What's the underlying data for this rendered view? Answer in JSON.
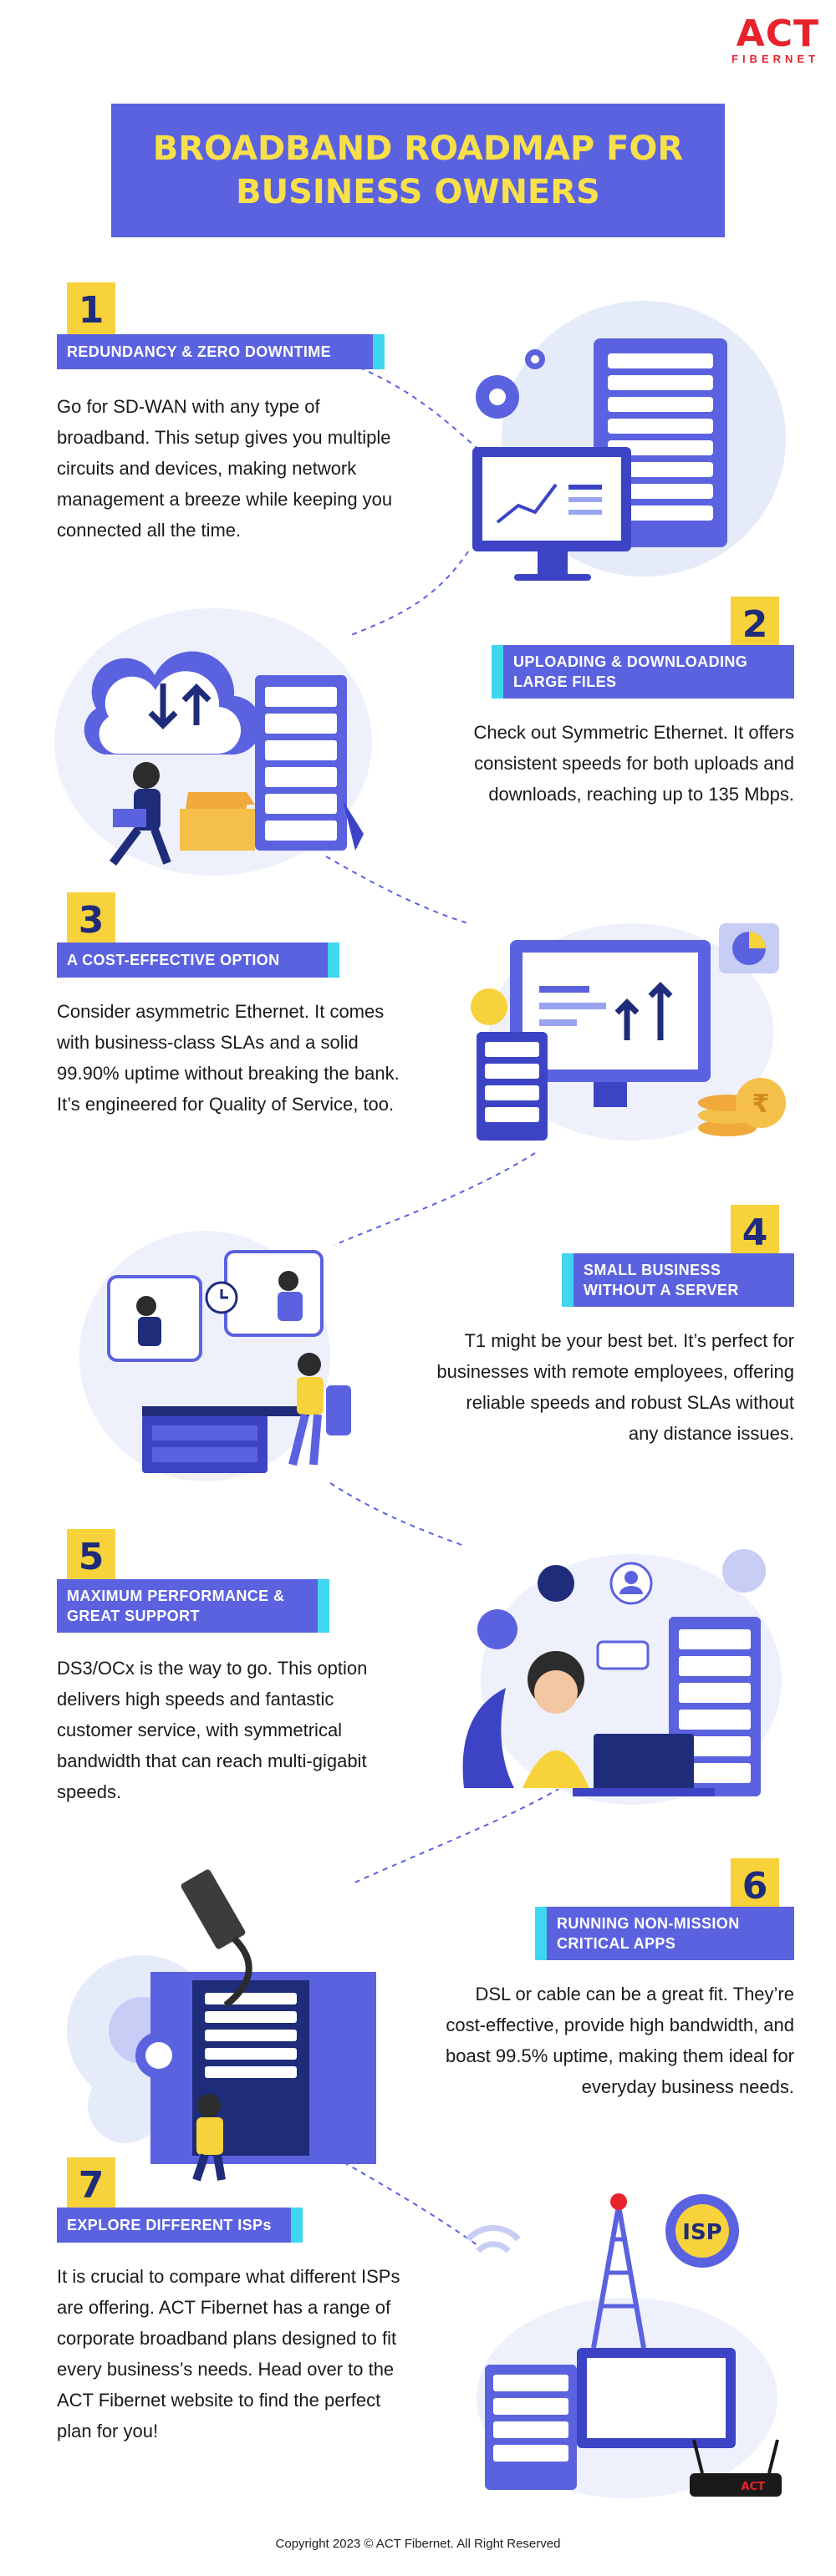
{
  "brand": {
    "logo_main": "ACT",
    "logo_sub": "FIBERNET"
  },
  "hero": {
    "title": "BROADBAND ROADMAP FOR BUSINESS OWNERS"
  },
  "sections": [
    {
      "number": "1",
      "label": "REDUNDANCY & ZERO DOWNTIME",
      "text": "Go for SD-WAN with any type of broadband. This setup gives you multiple circuits and devices, making network management a breeze while keeping you connected all the time."
    },
    {
      "number": "2",
      "label": "UPLOADING & DOWNLOADING LARGE FILES",
      "text": "Check out Symmetric Ethernet. It offers consistent speeds for both uploads and downloads, reaching up to 135 Mbps."
    },
    {
      "number": "3",
      "label": "A COST-EFFECTIVE OPTION",
      "text": "Consider asymmetric Ethernet. It comes with business-class SLAs and a solid 99.90% uptime without breaking the bank. It’s engineered for Quality of Service, too."
    },
    {
      "number": "4",
      "label": "SMALL BUSINESS WITHOUT A SERVER",
      "text": "T1 might be your best bet. It’s perfect for businesses with remote employees, offering reliable speeds and robust SLAs without any distance issues."
    },
    {
      "number": "5",
      "label": "MAXIMUM PERFORMANCE & GREAT SUPPORT",
      "text": "DS3/OCx is the way to go. This option delivers high speeds and fantastic customer service, with symmetrical bandwidth that can reach multi-gigabit speeds."
    },
    {
      "number": "6",
      "label": "RUNNING NON-MISSION CRITICAL APPS",
      "text": "DSL or cable can be a great fit. They’re cost-effective, provide high bandwidth, and boast 99.5% uptime, making them ideal for everyday business needs."
    },
    {
      "number": "7",
      "label": "EXPLORE DIFFERENT ISPs",
      "text": "It is crucial to compare what different ISPs are offering. ACT Fibernet has a range of corporate broadband plans designed to fit every business’s needs. Head over to the ACT Fibernet website to find the perfect plan for you!"
    }
  ],
  "illustrations": {
    "isp_badge": "ISP",
    "router_brand": "ACT",
    "currency_symbol": "₹"
  },
  "footer": {
    "copyright": "Copyright 2023 © ACT Fibernet. All Right Reserved"
  },
  "colors": {
    "brand_red": "#e8232e",
    "primary_blue": "#5b62e0",
    "accent_yellow": "#f8d23a",
    "accent_cyan": "#3fd6ef",
    "navy": "#1f2c7a"
  }
}
